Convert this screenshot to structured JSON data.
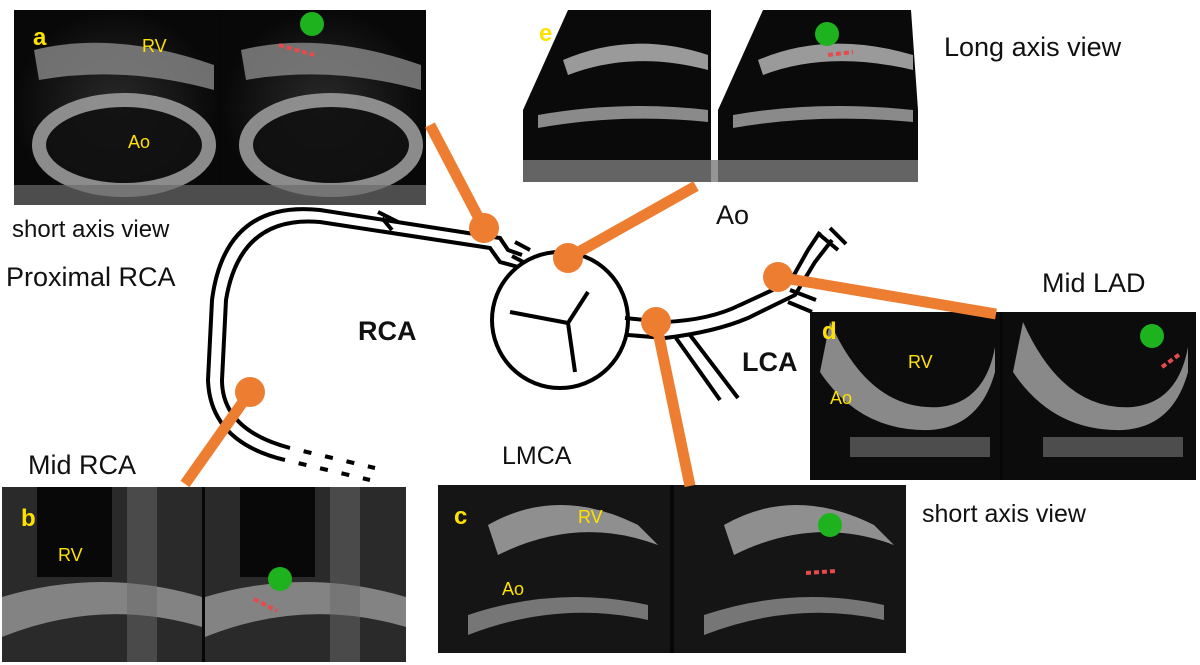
{
  "captions": {
    "short_axis_top": "short axis view",
    "proximal_rca": "Proximal RCA",
    "long_axis": "Long axis view",
    "ao": "Ao",
    "mid_lad": "Mid LAD",
    "rca": "RCA",
    "lca": "LCA",
    "mid_rca": "Mid RCA",
    "lmca": "LMCA",
    "short_axis_right": "short axis view"
  },
  "panels": {
    "a": {
      "letter": "a",
      "labels": [
        "RV",
        "Ao"
      ]
    },
    "b": {
      "letter": "b",
      "labels": [
        "RV"
      ]
    },
    "c": {
      "letter": "c",
      "labels": [
        "RV",
        "Ao"
      ]
    },
    "d": {
      "letter": "d",
      "labels": [
        "RV",
        "Ao"
      ]
    },
    "e": {
      "letter": "e",
      "labels": []
    }
  },
  "colors": {
    "pointer": "#ed7d31",
    "marker": "#1fb21f",
    "label": "#ffe100",
    "vessel": "#000000"
  }
}
